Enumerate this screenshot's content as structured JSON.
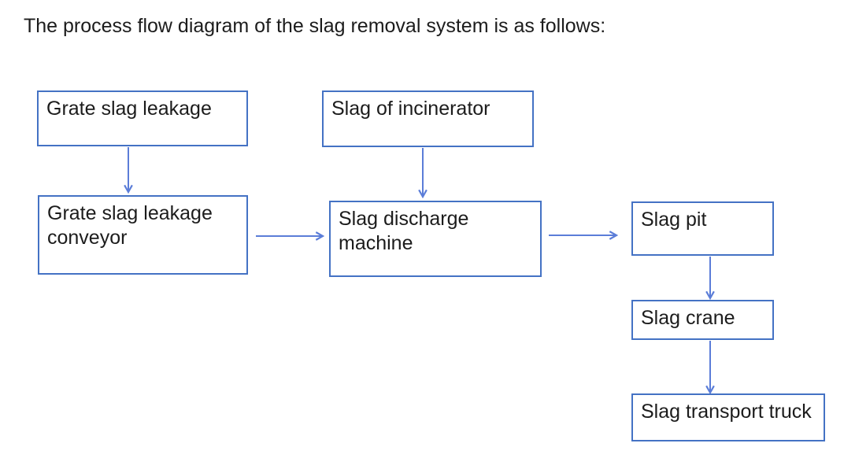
{
  "title": "The process flow diagram of the slag removal system is as follows:",
  "diagram": {
    "nodes": [
      {
        "id": "grate-slag-leakage",
        "label": "Grate slag leakage"
      },
      {
        "id": "slag-of-incinerator",
        "label": "Slag of incinerator"
      },
      {
        "id": "grate-slag-leakage-conveyor",
        "label": "Grate slag leakage conveyor"
      },
      {
        "id": "slag-discharge-machine",
        "label": "Slag discharge machine"
      },
      {
        "id": "slag-pit",
        "label": "Slag pit"
      },
      {
        "id": "slag-crane",
        "label": "Slag crane"
      },
      {
        "id": "slag-transport-truck",
        "label": "Slag transport truck"
      }
    ],
    "edges": [
      {
        "from": "grate-slag-leakage",
        "to": "grate-slag-leakage-conveyor",
        "direction": "down"
      },
      {
        "from": "slag-of-incinerator",
        "to": "slag-discharge-machine",
        "direction": "down"
      },
      {
        "from": "grate-slag-leakage-conveyor",
        "to": "slag-discharge-machine",
        "direction": "right"
      },
      {
        "from": "slag-discharge-machine",
        "to": "slag-pit",
        "direction": "right"
      },
      {
        "from": "slag-pit",
        "to": "slag-crane",
        "direction": "down"
      },
      {
        "from": "slag-crane",
        "to": "slag-transport-truck",
        "direction": "down"
      }
    ],
    "colors": {
      "box_border": "#4472C4",
      "arrow": "#5B7DD8",
      "text": "#1c1c1c",
      "background": "#ffffff"
    }
  }
}
